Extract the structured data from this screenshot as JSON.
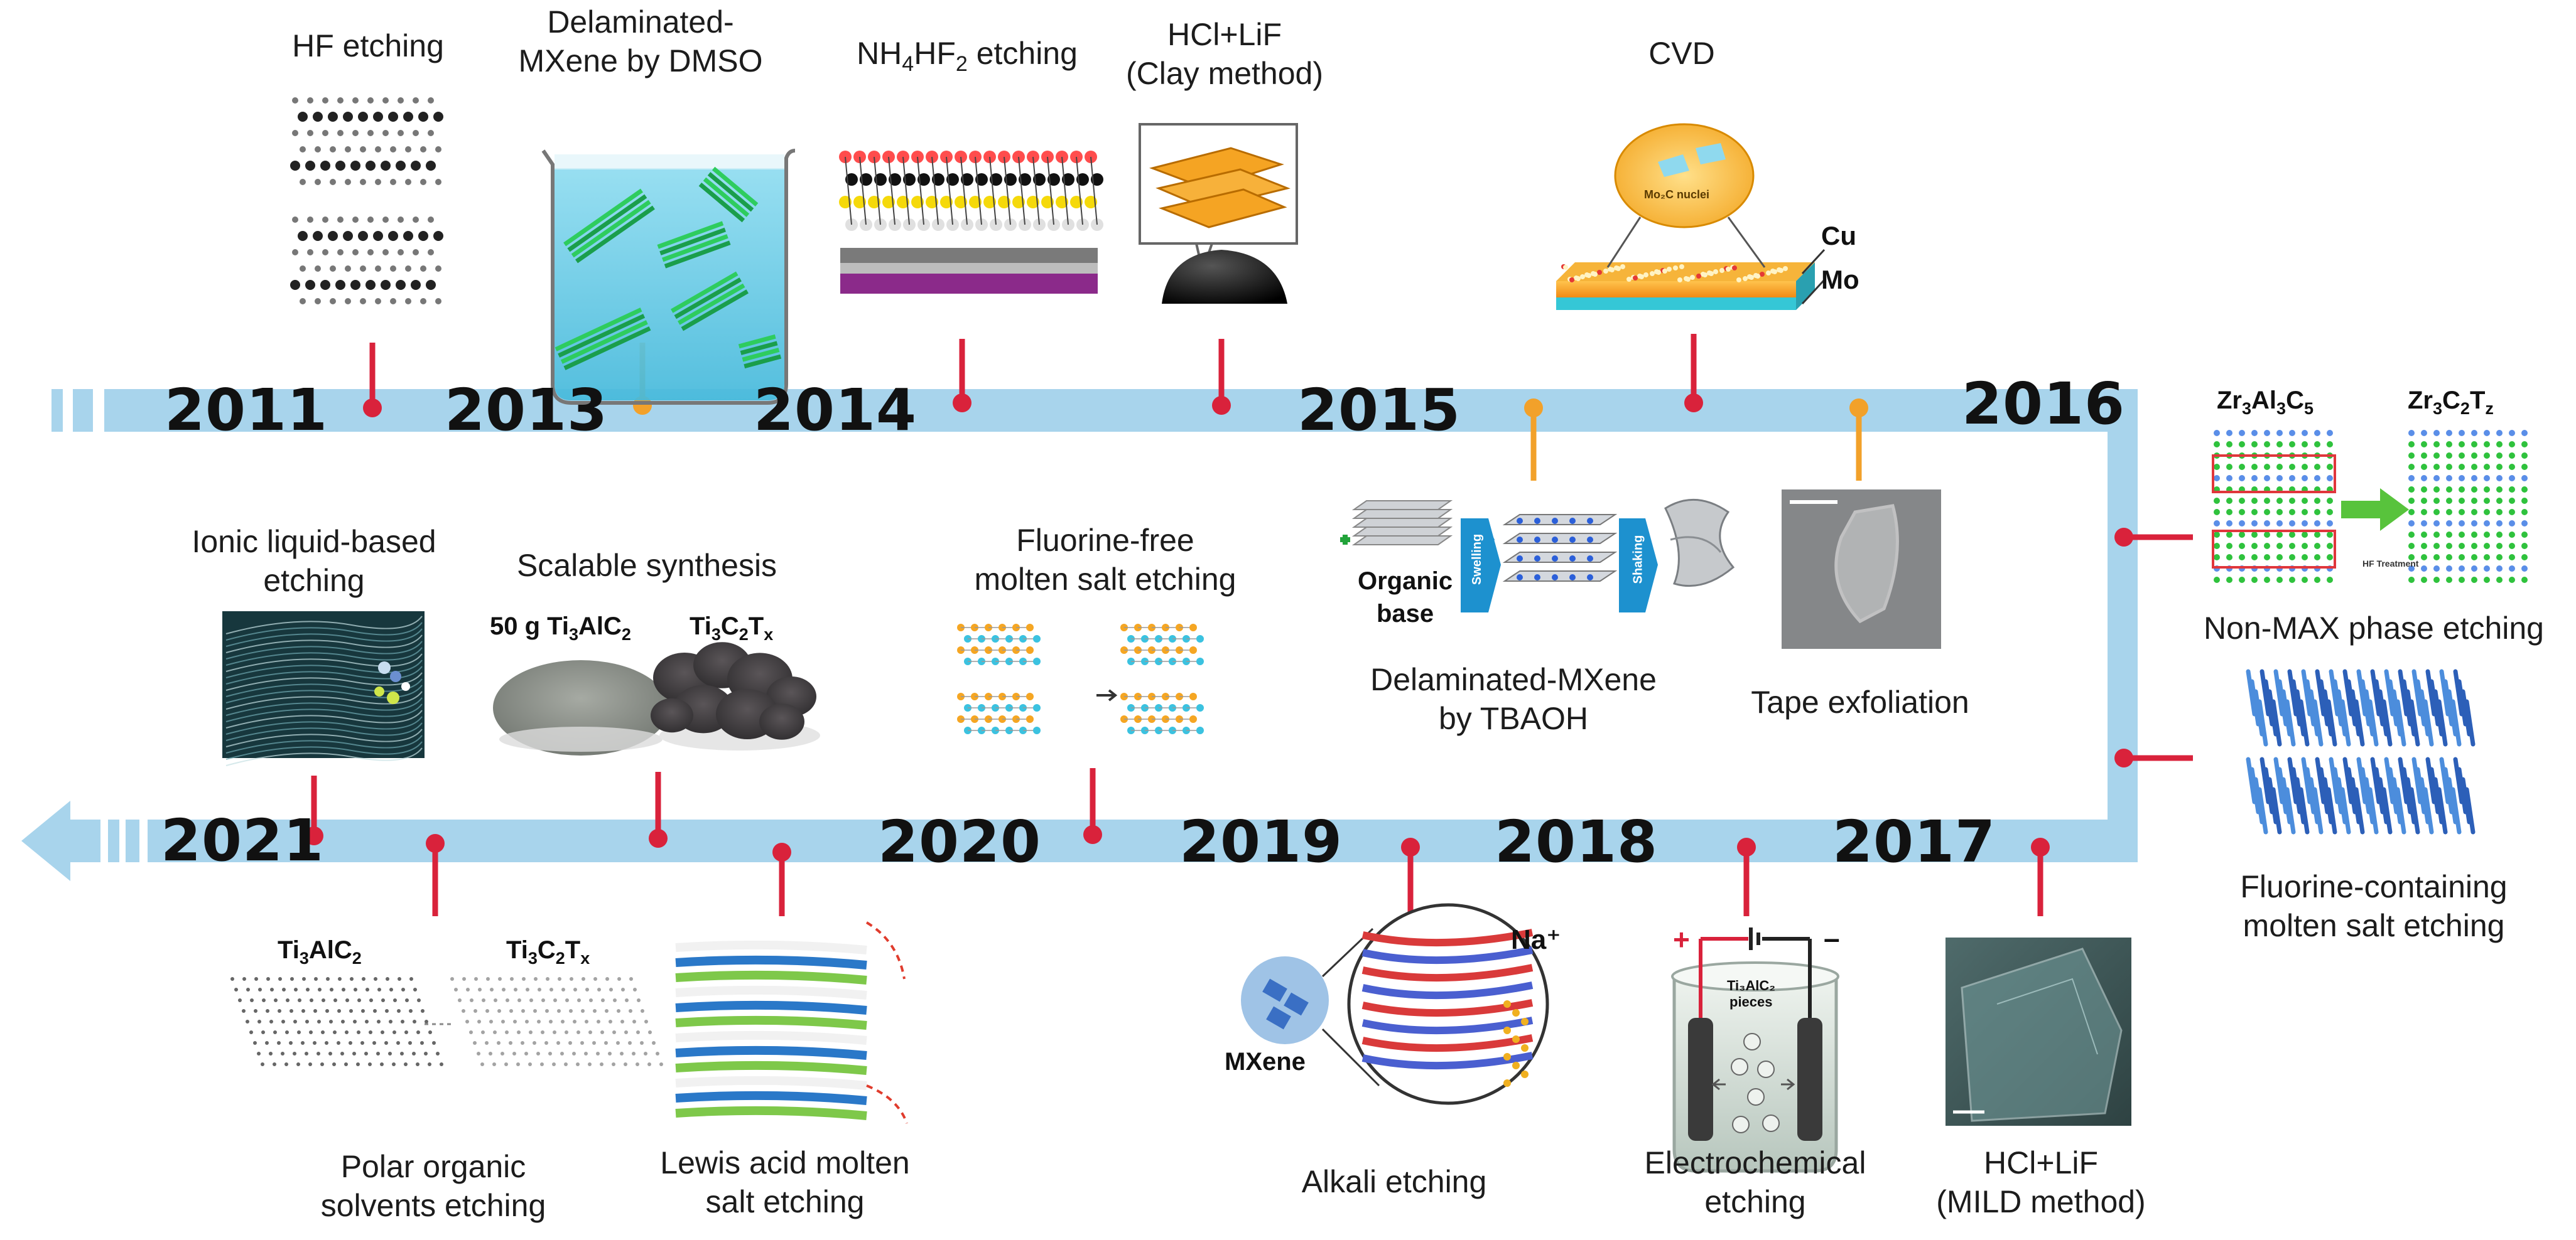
{
  "colors": {
    "bar": "#a8d4ec",
    "bar_dark": "#1f9bd7",
    "pin_red": "#d9223b",
    "pin_orange": "#f2a12a"
  },
  "years": {
    "y2011": "2011",
    "y2013": "2013",
    "y2014": "2014",
    "y2015": "2015",
    "y2016": "2016",
    "y2017": "2017",
    "y2018": "2018",
    "y2019": "2019",
    "y2020": "2020",
    "y2021": "2021"
  },
  "events_top": {
    "hf_etching": "HF etching",
    "delaminated_dmso_1": "Delaminated-",
    "delaminated_dmso_2": "MXene by DMSO",
    "nh4hf2_a": "NH",
    "nh4hf2_sub1": "4",
    "nh4hf2_b": "HF",
    "nh4hf2_sub2": "2",
    "nh4hf2_c": " etching",
    "clay_1": "HCl+LiF",
    "clay_2": "(Clay method)",
    "cvd": "CVD",
    "cvd_cu": "Cu",
    "cvd_mo": "Mo",
    "cvd_nuclei": "Mo₂C nuclei"
  },
  "events_middle": {
    "ionic_1": "Ionic liquid-based",
    "ionic_2": "etching",
    "scalable": "Scalable synthesis",
    "scalable_left_a": "50 g Ti",
    "scalable_left_s1": "3",
    "scalable_left_b": "AlC",
    "scalable_left_s2": "2",
    "scalable_right_a": "Ti",
    "scalable_right_s1": "3",
    "scalable_right_b": "C",
    "scalable_right_s2": "2",
    "scalable_right_c": "T",
    "scalable_right_s3": "x",
    "ff_1": "Fluorine-free",
    "ff_2": "molten salt etching",
    "tbaoh_1": "Delaminated-MXene",
    "tbaoh_2": "by TBAOH",
    "organic_1": "Organic",
    "organic_2": "base",
    "swelling": "Swelling",
    "shaking": "Shaking",
    "tape": "Tape exfoliation",
    "nonmax": "Non-MAX phase etching",
    "zr_left_a": "Zr",
    "zr_left_s1": "3",
    "zr_left_b": "Al",
    "zr_left_s2": "3",
    "zr_left_c": "C",
    "zr_left_s3": "5",
    "zr_right_a": "Zr",
    "zr_right_s1": "3",
    "zr_right_b": "C",
    "zr_right_s2": "2",
    "zr_right_c": "T",
    "zr_right_s3": "z",
    "hf_treatment": "HF Treatment",
    "fcont_1": "Fluorine-containing",
    "fcont_2": "molten salt etching"
  },
  "events_bottom": {
    "polar_1": "Polar organic",
    "polar_2": "solvents etching",
    "polar_left_a": "Ti",
    "polar_left_s1": "3",
    "polar_left_b": "AlC",
    "polar_left_s2": "2",
    "polar_right_a": "Ti",
    "polar_right_s1": "3",
    "polar_right_b": "C",
    "polar_right_s2": "2",
    "polar_right_c": "T",
    "polar_right_s3": "x",
    "lewis_1": "Lewis acid molten",
    "lewis_2": "salt etching",
    "alkali": "Alkali etching",
    "alkali_mxene": "MXene",
    "alkali_na": "Na⁺",
    "echem_1": "Electrochemical",
    "echem_2": "etching",
    "echem_pieces_1": "Ti₃AlC₂",
    "echem_pieces_2": "pieces",
    "echem_plus": "+",
    "echem_minus": "–",
    "mild_1": "HCl+LiF",
    "mild_2": "(MILD method)"
  }
}
